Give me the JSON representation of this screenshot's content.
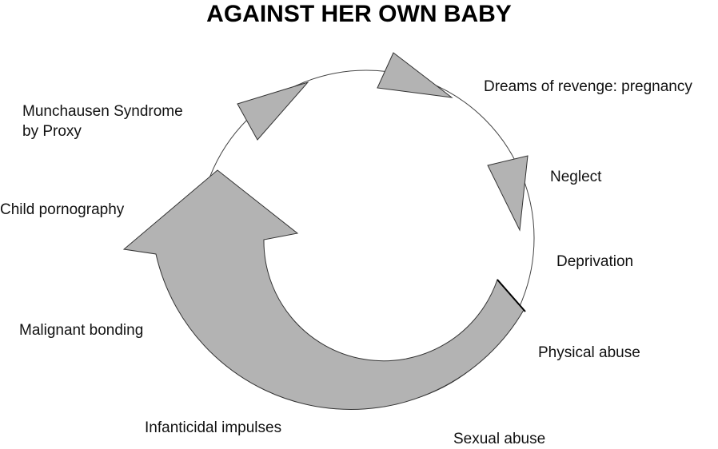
{
  "title": "AGAINST HER OWN BABY",
  "labels": {
    "dreams": "Dreams of revenge: pregnancy",
    "neglect": "Neglect",
    "deprivation": "Deprivation",
    "physical": "Physical abuse",
    "sexual": "Sexual abuse",
    "infanticidal": "Infanticidal impulses",
    "malignant": "Malignant bonding",
    "child_porn": "Child pornography",
    "munchausen_1": "Munchausen Syndrome",
    "munchausen_2": "by Proxy"
  },
  "colors": {
    "arrow_fill": "#b3b3b3",
    "stroke": "#333333"
  }
}
